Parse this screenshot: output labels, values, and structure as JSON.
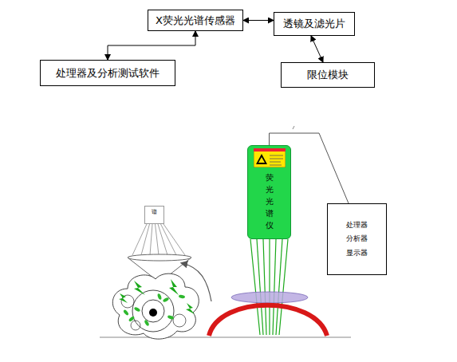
{
  "diagram": {
    "nodes": [
      {
        "text": [
          "X荧光光谱传感器"
        ]
      },
      {
        "text": [
          "透镜及滤光片"
        ]
      },
      {
        "text": [
          "处理器及分析测试软件"
        ]
      },
      {
        "text": [
          "限位模块"
        ]
      },
      {
        "text": [
          "荧光光谱仪"
        ]
      },
      {
        "text": [
          "处理器 分析器 显示器"
        ]
      },
      {
        "text": [
          "谱"
        ]
      }
    ],
    "edges": [
      {
        "from": 0,
        "to": 1,
        "arrow": "both"
      },
      {
        "from": 0,
        "to": 2,
        "arrow": "both"
      },
      {
        "from": 1,
        "to": 3,
        "arrow": "both"
      },
      {
        "from": 4,
        "to": 5,
        "arrow": "none"
      }
    ]
  }
}
